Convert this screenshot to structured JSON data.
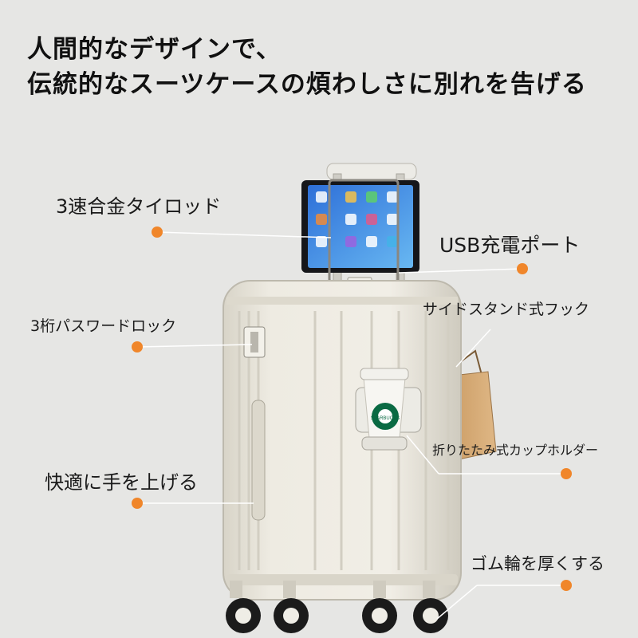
{
  "headline": {
    "line1": "人間的なデザインで、",
    "line2": "伝統的なスーツケースの煩わしさに別れを告げる"
  },
  "features": {
    "handle": "3速合金タイロッド",
    "usb": "USB充電ポート",
    "lock": "3桁パスワードロック",
    "hook": "サイドスタンド式フック",
    "cup": "折りたたみ式カップホルダー",
    "lift": "快適に手を上げる",
    "wheels": "ゴム輪を厚くする"
  },
  "cup_logo": "STARBUCKS",
  "colors": {
    "background": "#e6e6e4",
    "accent_orange": "#f0862a",
    "suitcase_body": "#e9e6dc"
  }
}
